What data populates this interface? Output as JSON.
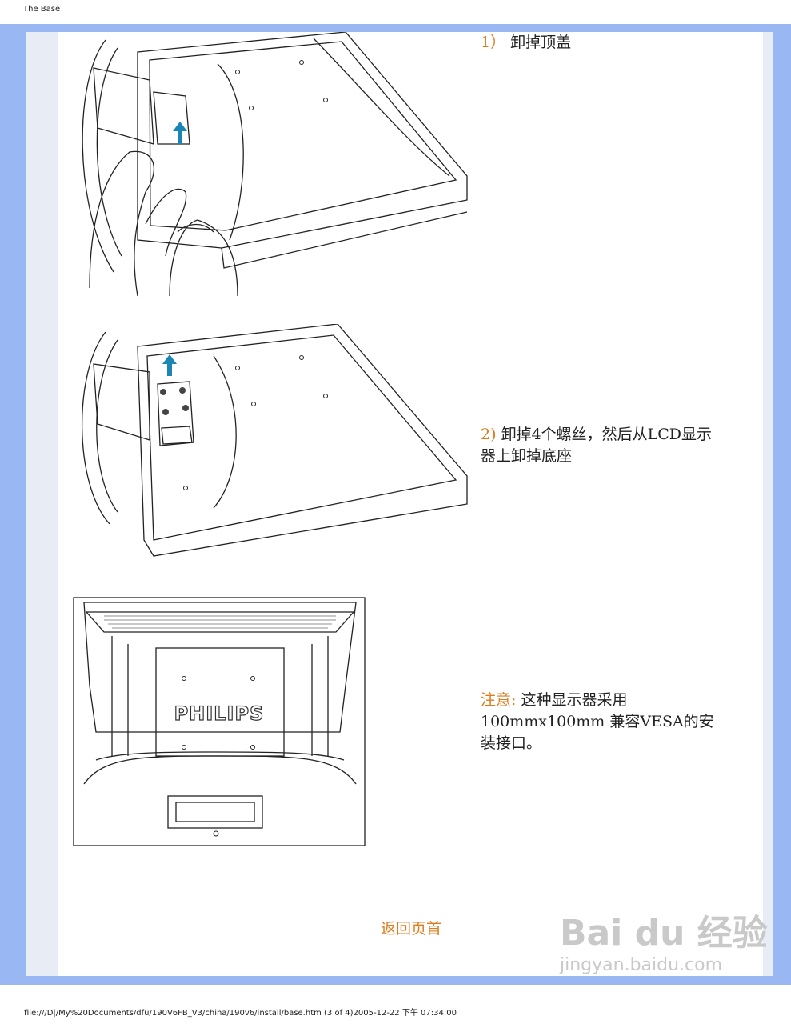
{
  "page": {
    "header_title": "The Base",
    "footer_path": "file:///D|/My%20Documents/dfu/190V6FB_V3/china/190v6/install/base.htm (3 of 4)2005-12-22 下午 07:34:00"
  },
  "steps": [
    {
      "number": "1）",
      "text": "卸掉顶盖"
    },
    {
      "number": "2)",
      "text": "卸掉4个螺丝，然后从LCD显示器上卸掉底座"
    }
  ],
  "note": {
    "label": "注意:",
    "text": "这种显示器采用100mmx100mm 兼容VESA的安装接口。"
  },
  "figures": {
    "brand_text": "PHILIPS"
  },
  "links": {
    "back_to_top": "返回页首"
  },
  "watermark": {
    "logo": "Bai du 经验",
    "url": "jingyan.baidu.com"
  },
  "colors": {
    "frame_blue": "#99b7f2",
    "accent_orange": "#e07b1c",
    "arrow_teal": "#1a86b3"
  }
}
